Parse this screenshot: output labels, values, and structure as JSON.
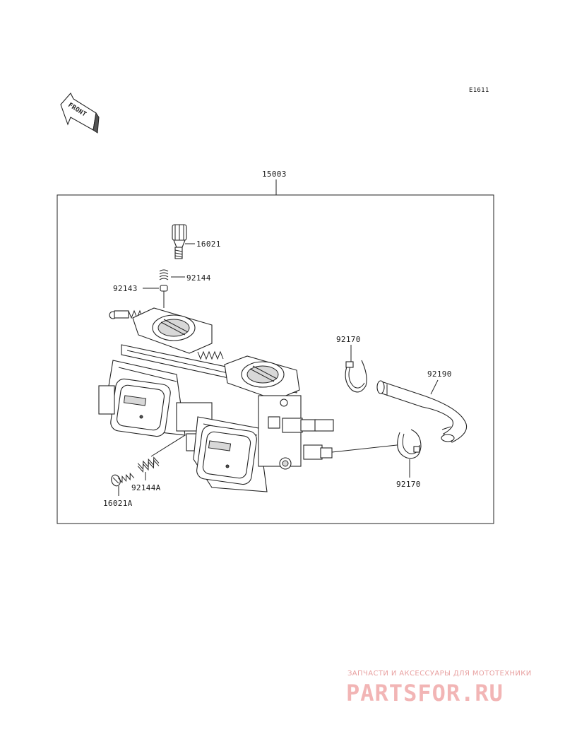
{
  "diagram_code": "E1611",
  "front_label": "FRONT",
  "assembly": {
    "part_number": "15003"
  },
  "callouts": [
    {
      "id": "16021",
      "text": "16021"
    },
    {
      "id": "92144",
      "text": "92144"
    },
    {
      "id": "92143",
      "text": "92143"
    },
    {
      "id": "92170-top",
      "text": "92170"
    },
    {
      "id": "92190",
      "text": "92190"
    },
    {
      "id": "92170-bottom",
      "text": "92170"
    },
    {
      "id": "92144A",
      "text": "92144A"
    },
    {
      "id": "16021A",
      "text": "16021A"
    }
  ],
  "watermark": {
    "tagline": "ЗАПЧАСТИ И АКСЕССУАРЫ ДЛЯ МОТОТЕХНИКИ",
    "logo_text": "PARTSFOR.RU"
  },
  "colors": {
    "line": "#222222",
    "watermark": "#e8a0a0",
    "background": "#ffffff"
  }
}
